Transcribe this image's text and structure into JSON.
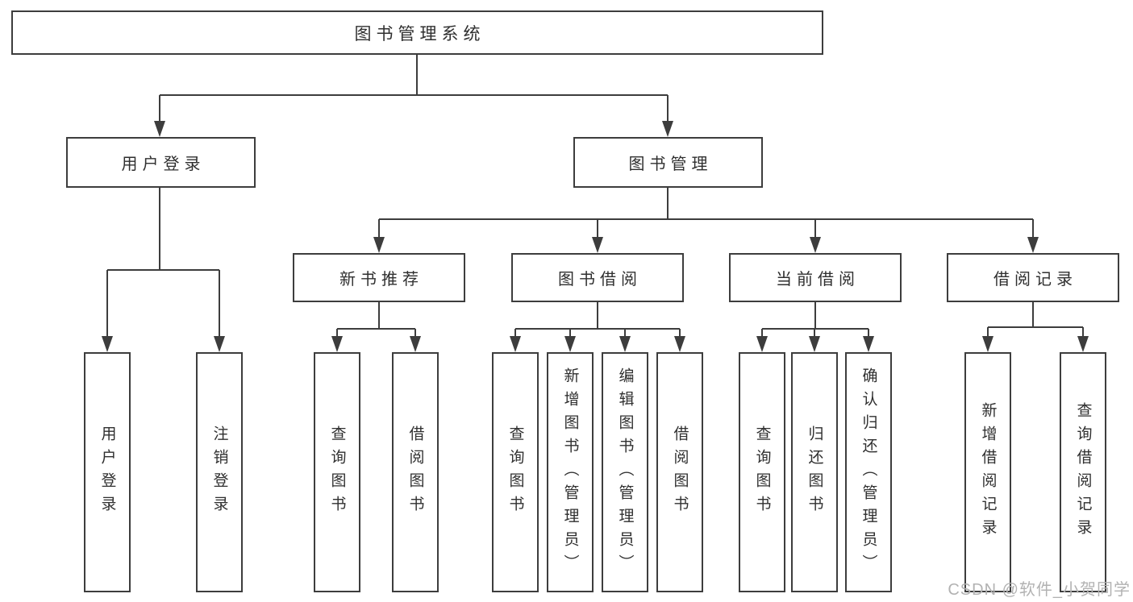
{
  "diagram": {
    "root": {
      "label": "图书管理系统"
    },
    "branches": [
      {
        "label": "用户登录",
        "children": [
          {
            "label": "用户登录"
          },
          {
            "label": "注销登录"
          }
        ]
      },
      {
        "label": "图书管理",
        "children": [
          {
            "label": "新书推荐",
            "children": [
              {
                "label": "查询图书"
              },
              {
                "label": "借阅图书"
              }
            ]
          },
          {
            "label": "图书借阅",
            "children": [
              {
                "label": "查询图书"
              },
              {
                "label": "新增图书（管理员）"
              },
              {
                "label": "编辑图书（管理员）"
              },
              {
                "label": "借阅图书"
              }
            ]
          },
          {
            "label": "当前借阅",
            "children": [
              {
                "label": "查询图书"
              },
              {
                "label": "归还图书"
              },
              {
                "label": "确认归还（管理员）"
              }
            ]
          },
          {
            "label": "借阅记录",
            "children": [
              {
                "label": "新增借阅记录"
              },
              {
                "label": "查询借阅记录"
              }
            ]
          }
        ]
      }
    ]
  },
  "watermark": {
    "text": "CSDN @软件_小贺同学"
  },
  "colors": {
    "line": "#3d3d3d",
    "text": "#2f2f2f",
    "watermark": "#b2b2b2",
    "background": "#ffffff"
  }
}
